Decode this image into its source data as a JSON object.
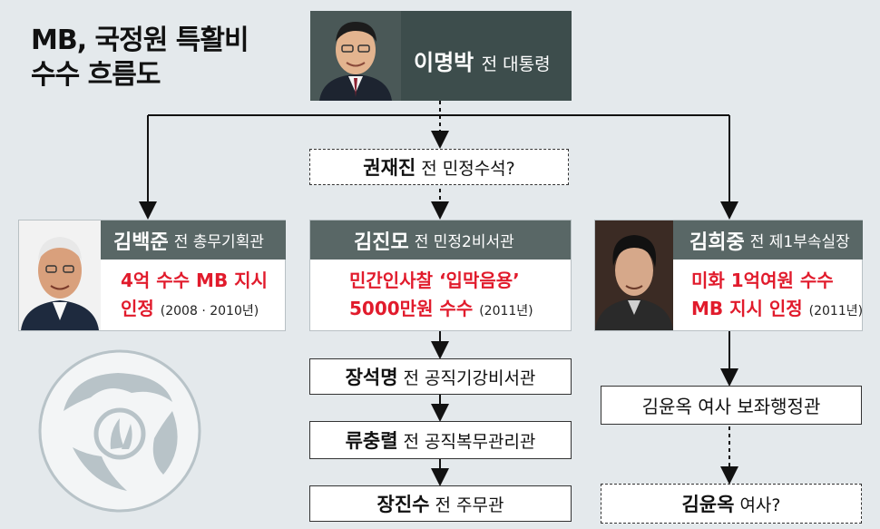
{
  "title": {
    "line1": "MB, 국정원 특활비",
    "line2": "수수 흐름도"
  },
  "top": {
    "name": "이명박",
    "role": "전 대통령"
  },
  "mid": {
    "name": "권재진",
    "role": "전 민정수석?"
  },
  "left": {
    "name": "김백준",
    "role": "전 총무기획관",
    "line1": "4억 수수 MB 지시",
    "line2": "인정",
    "year": "(2008 · 2010년)"
  },
  "center": {
    "name": "김진모",
    "role": "전 민정2비서관",
    "line1": "민간인사찰 ‘입막음용’",
    "line2": "5000만원 수수",
    "year": "(2011년)"
  },
  "right": {
    "name": "김희중",
    "role": "전 제1부속실장",
    "line1": "미화 1억여원 수수",
    "line2": "MB 지시 인정",
    "year": "(2011년)"
  },
  "chain": [
    {
      "name": "장석명",
      "role": "전 공직기강비서관"
    },
    {
      "name": "류충렬",
      "role": "전 공직복무관리관"
    },
    {
      "name": "장진수",
      "role": "전 주무관"
    }
  ],
  "right_chain": {
    "aide": "김윤옥 여사 보좌행정관",
    "name": "김윤옥",
    "role": "여사?"
  },
  "colors": {
    "background": "#e4e9ec",
    "header": "#596766",
    "top_box": "#3d4d4c",
    "highlight": "#e11b2c"
  }
}
